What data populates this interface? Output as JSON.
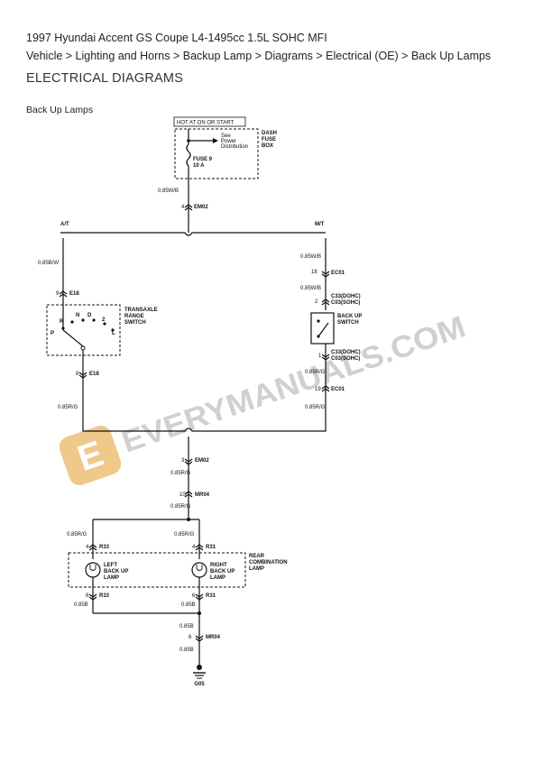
{
  "header": {
    "vehicle_title": "1997 Hyundai Accent GS Coupe L4-1495cc 1.5L SOHC MFI",
    "breadcrumb": "Vehicle > Lighting and Horns > Backup Lamp > Diagrams > Electrical (OE) > Back Up Lamps",
    "section_title": "ELECTRICAL DIAGRAMS",
    "diagram_title": "Back Up Lamps"
  },
  "diagram": {
    "hot_label": "HOT AT ON OR START",
    "dash_fuse_box": [
      "DASH",
      "FUSE",
      "BOX"
    ],
    "see_power": [
      "See",
      "Power",
      "Distribution"
    ],
    "fuse": [
      "FUSE 9",
      "10 A"
    ],
    "wire_085wb_top": "0.85W/B",
    "em02_top_pin": "4",
    "em02_top_label": "EM02",
    "at_label": "A/T",
    "mt_label": "M/T",
    "wire_085bw": "0.85B/W",
    "e18_top_pin": "9",
    "e18_top_label": "E18",
    "transaxle_label": [
      "TRANSAXLE",
      "RANGE",
      "SWITCH"
    ],
    "range_positions": [
      "R",
      "N",
      "D",
      "2",
      "P",
      "L"
    ],
    "e18_bot_pin": "8",
    "e18_bot_label": "E18",
    "wire_085rg_left": "0.85R/G",
    "wire_085wb_mt1": "0.85W/B",
    "ec01_top_pin": "18",
    "ec01_top_label": "EC01",
    "wire_085wb_mt2": "0.85W/B",
    "c33_top_pin": "2",
    "c33_top_labels": [
      "C33(DOHC)",
      "C03(SOHC)"
    ],
    "backup_switch_label": [
      "BACK UP",
      "SWITCH"
    ],
    "c33_bot_pin": "1",
    "c33_bot_labels": [
      "C33(DOHC)",
      "C03(SOHC)"
    ],
    "wire_085rg_mt": "0.85R/G",
    "ec01_bot_pin": "19",
    "ec01_bot_label": "EC01",
    "wire_085rg_right": "0.85R/G",
    "em02_bot_pin": "3",
    "em02_bot_label": "EM02",
    "wire_085rg_c1": "0.85R/G",
    "mr04_top_pin": "10",
    "mr04_top_label": "MR04",
    "wire_085rg_c2": "0.85R/G",
    "wire_085rg_l33": "0.85R/G",
    "wire_085rg_r31": "0.85R/G",
    "r33_top_pin": "4",
    "r33_top_label": "R33",
    "r31_top_pin": "4",
    "r31_top_label": "R31",
    "rear_combo_label": [
      "REAR",
      "COMBINATION",
      "LAMP"
    ],
    "left_lamp_label": [
      "LEFT",
      "BACK UP",
      "LAMP"
    ],
    "right_lamp_label": [
      "RIGHT",
      "BACK UP",
      "LAMP"
    ],
    "r33_bot_pin": "6",
    "r33_bot_label": "R33",
    "r31_bot_pin": "6",
    "r31_bot_label": "R31",
    "wire_085b_l": "0.85B",
    "wire_085b_r": "0.85B",
    "wire_085b_c1": "0.85B",
    "mr04_bot_pin": "6",
    "mr04_bot_label": "MR04",
    "wire_085b_c2": "0.85B",
    "ground_label": "G05"
  },
  "watermark": {
    "text": "EVERYMANUALS.COM",
    "logo_letter": "E",
    "logo_color": "#f0c98a"
  }
}
